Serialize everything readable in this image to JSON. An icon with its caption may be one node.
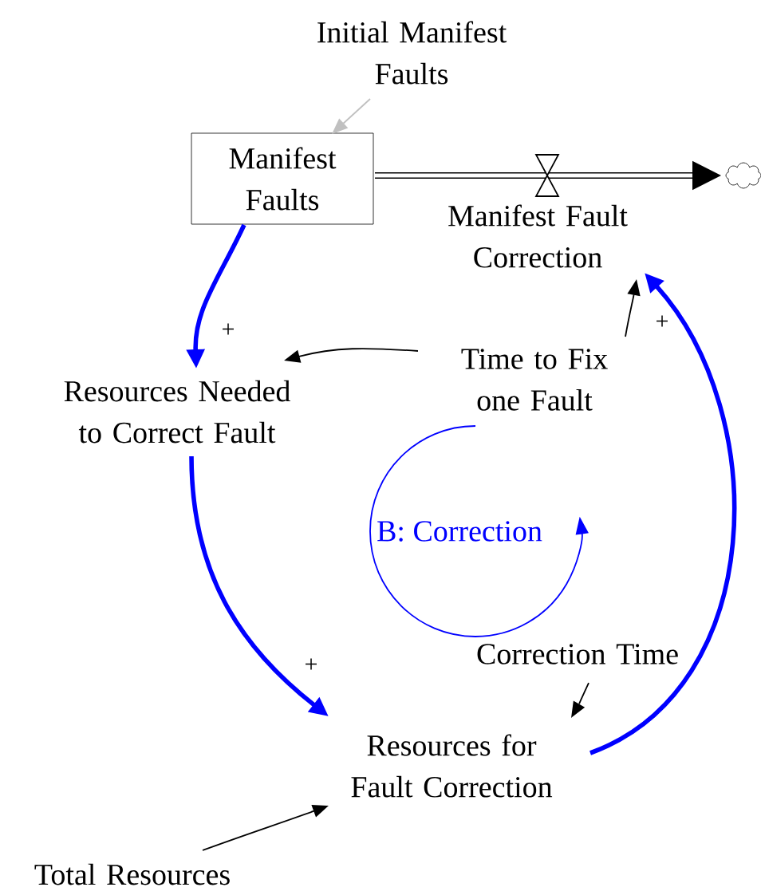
{
  "diagram": {
    "nodes": [
      {
        "text": [
          "Initial Manifest Faults"
        ]
      },
      {
        "text": [
          "Manifest Faults"
        ]
      },
      {
        "text": [],
        "shape": "cloud"
      },
      {
        "text": [
          "Manifest Fault Correction"
        ]
      },
      {
        "text": [
          "Resources Needed to Correct Fault"
        ]
      },
      {
        "text": [
          "Time to Fix one Fault"
        ]
      },
      {
        "text": [
          "Resources for Fault Correction"
        ]
      },
      {
        "text": [
          "Correction Time"
        ]
      },
      {
        "text": [
          "Total Resources"
        ]
      }
    ],
    "edges": [
      {
        "from": 0,
        "to": 1,
        "arrow": "to",
        "color": "#c0c0c0"
      },
      {
        "from": 1,
        "to": 2,
        "arrow": "to",
        "style": "thick"
      },
      {
        "from": 1,
        "to": 4,
        "arrow": "to",
        "style": "thick",
        "color": "#0000ff",
        "label": "+"
      },
      {
        "from": 5,
        "to": 4,
        "arrow": "to"
      },
      {
        "from": 5,
        "to": 3,
        "arrow": "to"
      },
      {
        "from": 6,
        "to": 3,
        "arrow": "to",
        "style": "thick",
        "color": "#0000ff",
        "label": "+"
      },
      {
        "from": 4,
        "to": 6,
        "arrow": "to",
        "style": "thick",
        "color": "#0000ff",
        "label": "+"
      },
      {
        "from": 7,
        "to": 6,
        "arrow": "to"
      },
      {
        "from": 8,
        "to": 6,
        "arrow": "to"
      }
    ],
    "labels": [
      "B: Correction"
    ]
  }
}
